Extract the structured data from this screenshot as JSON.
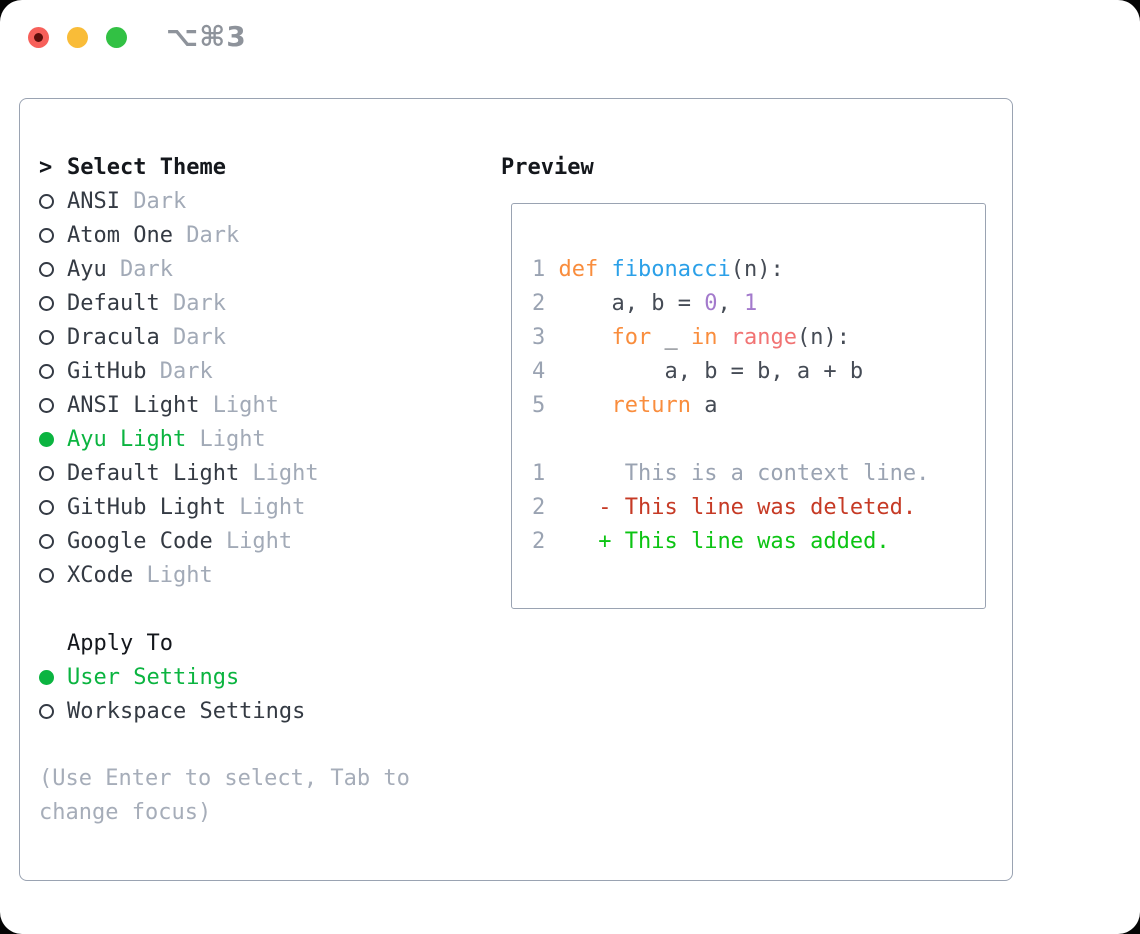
{
  "window": {
    "title_shortcut": "⌥⌘3",
    "traffic_lights": [
      {
        "name": "close",
        "color": "#f7605a",
        "has_inner_dot": true
      },
      {
        "name": "minimize",
        "color": "#f9bc38",
        "has_inner_dot": false
      },
      {
        "name": "zoom",
        "color": "#32c144",
        "has_inner_dot": false
      }
    ]
  },
  "theme_panel": {
    "prompt": ">",
    "title": "Select Theme",
    "themes": [
      {
        "name": "ANSI",
        "variant": "Dark",
        "selected": false
      },
      {
        "name": "Atom One",
        "variant": "Dark",
        "selected": false
      },
      {
        "name": "Ayu",
        "variant": "Dark",
        "selected": false
      },
      {
        "name": "Default",
        "variant": "Dark",
        "selected": false
      },
      {
        "name": "Dracula",
        "variant": "Dark",
        "selected": false
      },
      {
        "name": "GitHub",
        "variant": "Dark",
        "selected": false
      },
      {
        "name": "ANSI Light",
        "variant": "Light",
        "selected": false
      },
      {
        "name": "Ayu Light",
        "variant": "Light",
        "selected": true
      },
      {
        "name": "Default Light",
        "variant": "Light",
        "selected": false
      },
      {
        "name": "GitHub Light",
        "variant": "Light",
        "selected": false
      },
      {
        "name": "Google Code",
        "variant": "Light",
        "selected": false
      },
      {
        "name": "XCode",
        "variant": "Light",
        "selected": false
      }
    ],
    "apply_to": {
      "title": "Apply To",
      "options": [
        {
          "label": "User Settings",
          "selected": true
        },
        {
          "label": "Workspace Settings",
          "selected": false
        }
      ]
    },
    "hint_lines": [
      "(Use Enter to select, Tab to",
      "change focus)"
    ]
  },
  "preview": {
    "title": "Preview",
    "lines": [
      {
        "segments": [
          {
            "t": "1 ",
            "c": "ln"
          },
          {
            "t": "def ",
            "c": "k"
          },
          {
            "t": "fibonacci",
            "c": "fn"
          },
          {
            "t": "(n):",
            "c": "p"
          }
        ]
      },
      {
        "segments": [
          {
            "t": "2 ",
            "c": "ln"
          },
          {
            "t": "    a, b = ",
            "c": "p"
          },
          {
            "t": "0",
            "c": "num"
          },
          {
            "t": ", ",
            "c": "p"
          },
          {
            "t": "1",
            "c": "num"
          }
        ]
      },
      {
        "segments": [
          {
            "t": "3 ",
            "c": "ln"
          },
          {
            "t": "    ",
            "c": "p"
          },
          {
            "t": "for ",
            "c": "k"
          },
          {
            "t": "_ ",
            "c": "p"
          },
          {
            "t": "in ",
            "c": "k"
          },
          {
            "t": "range",
            "c": "call"
          },
          {
            "t": "(n):",
            "c": "p"
          }
        ]
      },
      {
        "segments": [
          {
            "t": "4 ",
            "c": "ln"
          },
          {
            "t": "        a, b = b, a + b",
            "c": "p"
          }
        ]
      },
      {
        "segments": [
          {
            "t": "5 ",
            "c": "ln"
          },
          {
            "t": "    ",
            "c": "p"
          },
          {
            "t": "return ",
            "c": "k"
          },
          {
            "t": "a",
            "c": "p"
          }
        ]
      },
      {
        "segments": []
      },
      {
        "segments": [
          {
            "t": "1 ",
            "c": "ln"
          },
          {
            "t": "     This is a context line.",
            "c": "ctx"
          }
        ]
      },
      {
        "segments": [
          {
            "t": "2 ",
            "c": "ln"
          },
          {
            "t": "   - This line was deleted.",
            "c": "del"
          }
        ]
      },
      {
        "segments": [
          {
            "t": "2 ",
            "c": "ln"
          },
          {
            "t": "   + This line was added.",
            "c": "add"
          }
        ]
      }
    ]
  },
  "colors": {
    "selection_green": "#0bb440",
    "diff_added": "#0cc413",
    "diff_removed": "#c63a25",
    "keyword_orange": "#f98d3d",
    "function_blue": "#2ba0e8",
    "builtin_coral": "#f17373",
    "number_purple": "#a37acc",
    "border_gray": "#9aa3b2"
  }
}
